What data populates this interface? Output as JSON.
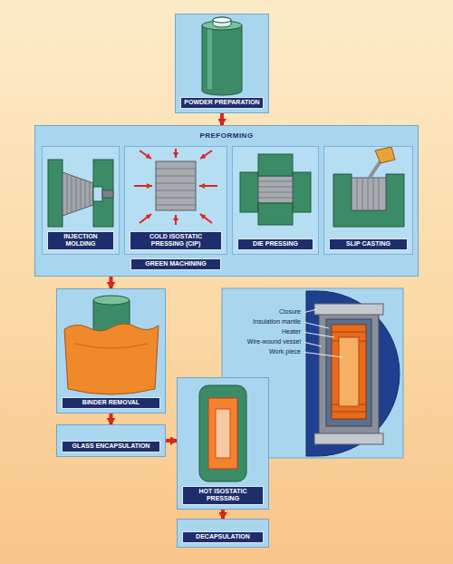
{
  "diagram": {
    "nodes": [
      {
        "text": [
          "POWDER PREPARATION"
        ]
      },
      {
        "text": [
          "PREFORMING"
        ]
      },
      {
        "text": [
          "INJECTION MOLDING"
        ],
        "in": 1
      },
      {
        "text": [
          "COLD ISOSTATIC PRESSING (CIP)"
        ],
        "in": 1
      },
      {
        "text": [
          "GREEN MACHINING"
        ],
        "in": 1
      },
      {
        "text": [
          "DIE PRESSING"
        ],
        "in": 1
      },
      {
        "text": [
          "SLIP CASTING"
        ],
        "in": 1
      },
      {
        "text": [
          "BINDER REMOVAL"
        ]
      },
      {
        "text": [
          "GLASS ENCAPSULATION"
        ]
      },
      {
        "text": [
          "HOT ISOSTATIC PRESSING"
        ]
      },
      {
        "text": [
          "DECAPSULATION"
        ]
      }
    ],
    "edges": [
      {
        "from": 0,
        "to": 1,
        "arrow": "to"
      },
      {
        "from": 1,
        "to": 7,
        "arrow": "to"
      },
      {
        "from": 7,
        "to": 8,
        "arrow": "to"
      },
      {
        "from": 8,
        "to": 9,
        "arrow": "to"
      },
      {
        "from": 9,
        "to": 10,
        "arrow": "to"
      }
    ],
    "labels": [
      "Closure",
      "Insulation mantle",
      "Heater",
      "Wire-wound vessel",
      "Work piece"
    ]
  }
}
